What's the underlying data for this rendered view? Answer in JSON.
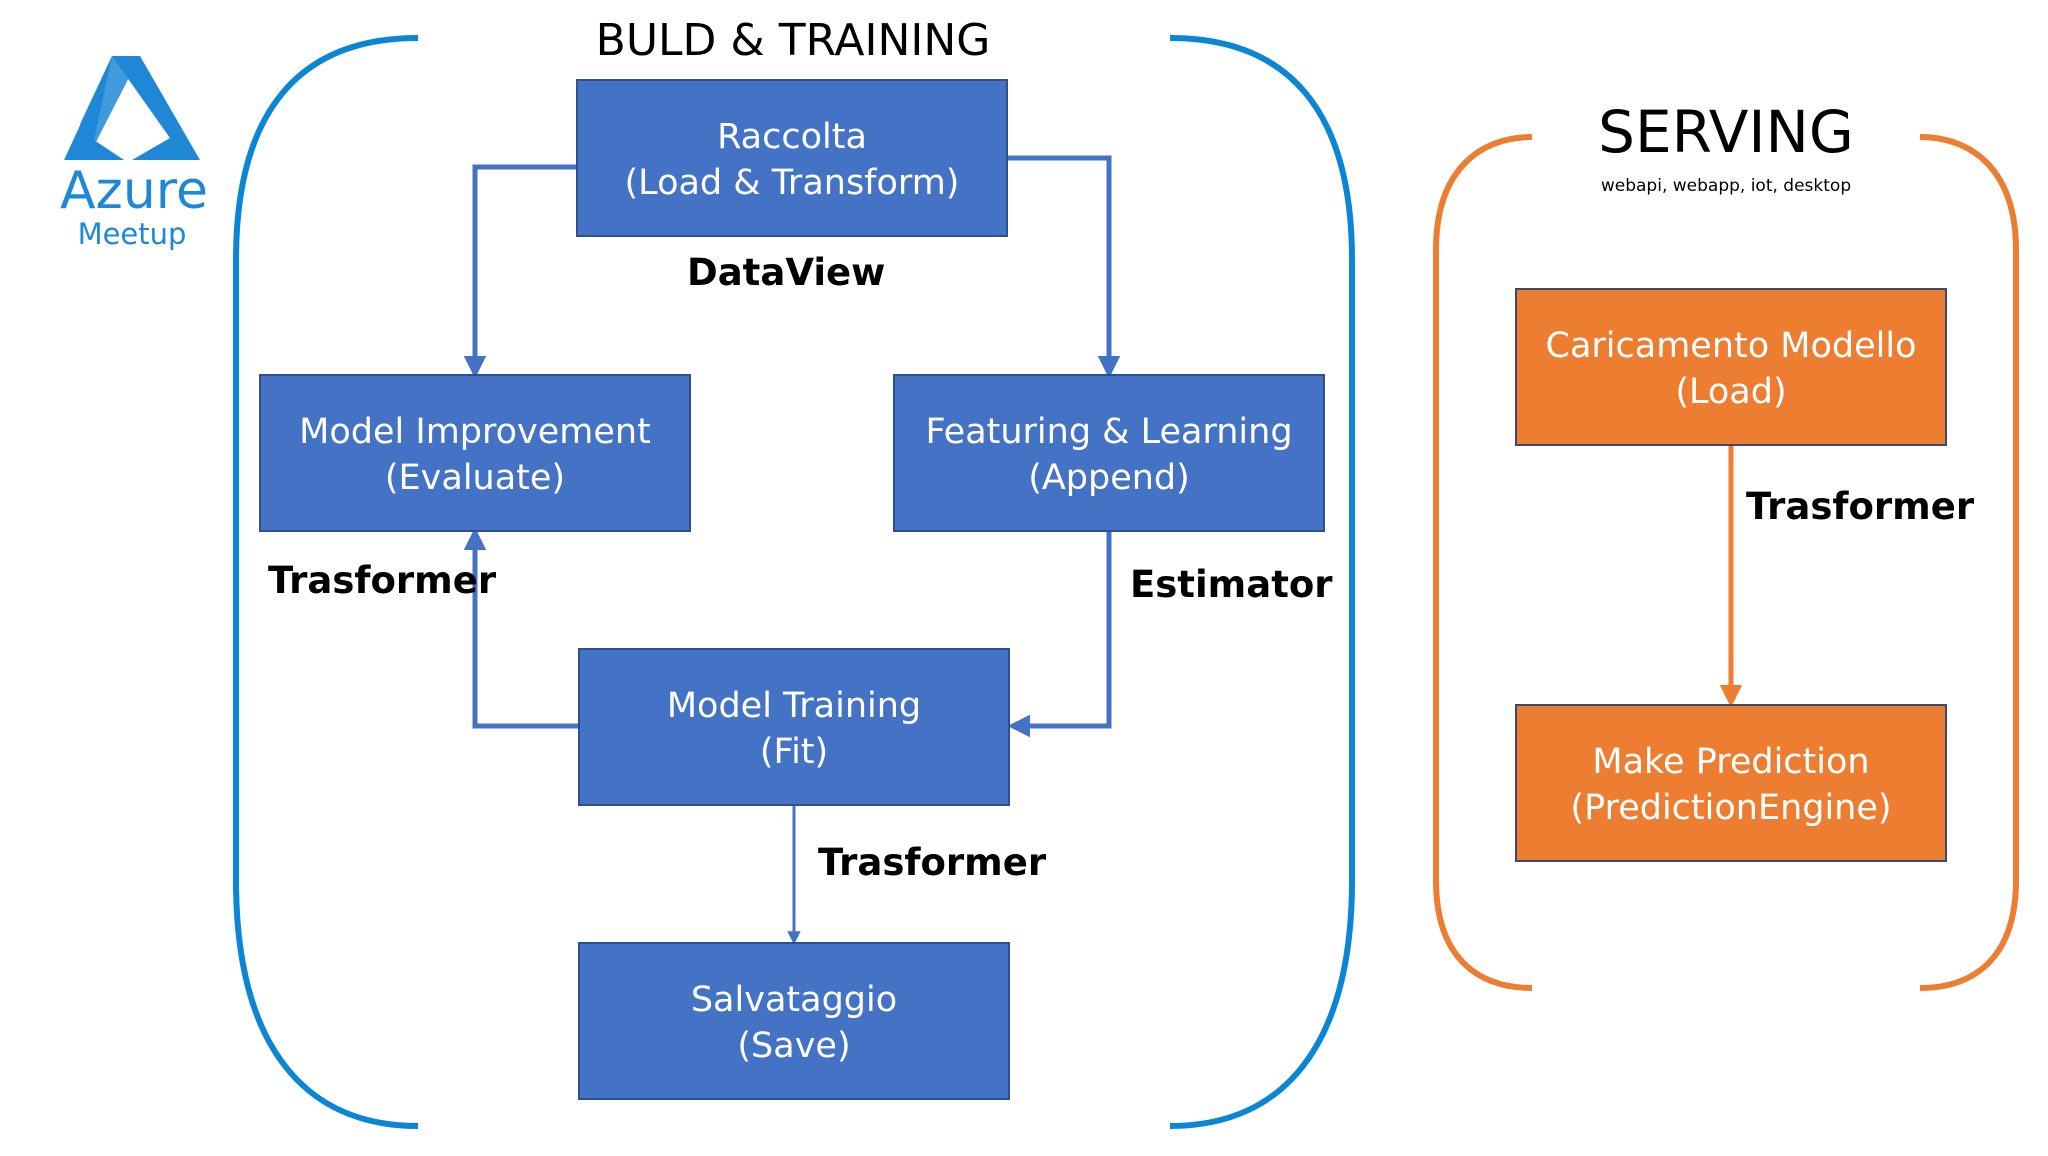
{
  "colors": {
    "build_bracket": "#0a86d4",
    "serving_bracket": "#ed7d31",
    "build_box_fill": "#4472c4",
    "build_box_stroke": "#2f4f8f",
    "serving_box_fill": "#ed7d31",
    "serving_box_stroke": "#3a4a6e",
    "build_arrow": "#4472c4",
    "serving_arrow": "#ed7d31",
    "logo": "#1e88d6"
  },
  "logo": {
    "icon": "azure-logo-icon",
    "name": "Azure",
    "subtitle": "Meetup"
  },
  "build_section": {
    "title": "BULD & TRAINING",
    "nodes": {
      "raccolta": {
        "line1": "Raccolta",
        "line2": "(Load & Transform)"
      },
      "model_improvement": {
        "line1": "Model Improvement",
        "line2": "(Evaluate)"
      },
      "featuring_learning": {
        "line1": "Featuring & Learning",
        "line2": "(Append)"
      },
      "model_training": {
        "line1": "Model Training",
        "line2": "(Fit)"
      },
      "salvataggio": {
        "line1": "Salvataggio",
        "line2": "(Save)"
      }
    },
    "edge_labels": {
      "dataview": "DataView",
      "trasformer_left": "Trasformer",
      "estimator": "Estimator",
      "trasformer_bottom": "Trasformer"
    }
  },
  "serving_section": {
    "title": "SERVING",
    "subtitle": "webapi, webapp, iot, desktop",
    "nodes": {
      "caricamento": {
        "line1": "Caricamento Modello",
        "line2": "(Load)"
      },
      "make_prediction": {
        "line1": "Make Prediction",
        "line2": "(PredictionEngine)"
      }
    },
    "edge_labels": {
      "trasformer": "Trasformer"
    }
  }
}
